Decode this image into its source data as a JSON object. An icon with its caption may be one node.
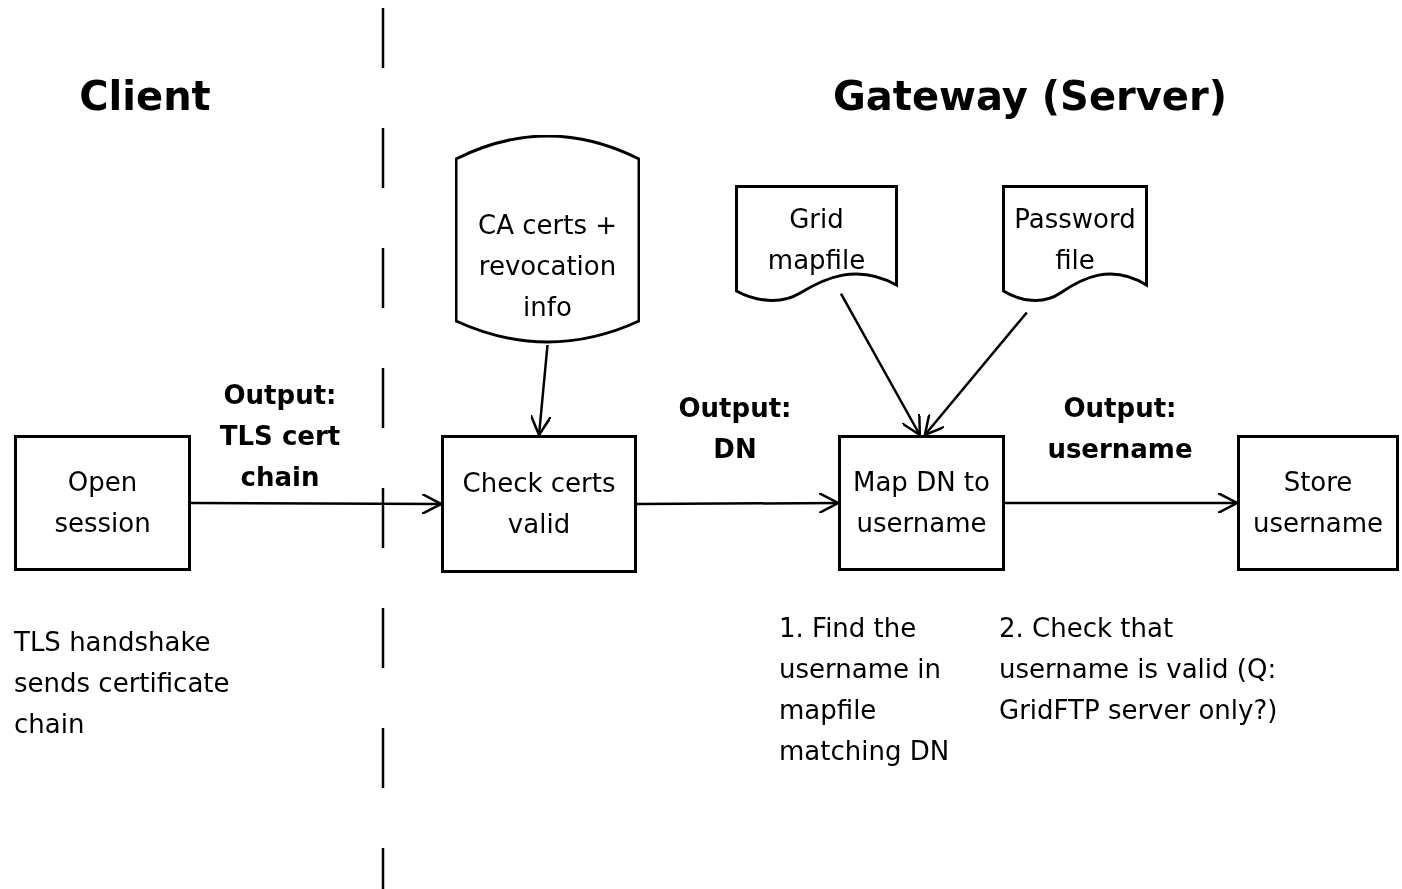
{
  "diagram": {
    "nodes": [
      {
        "text": [
          "Open session"
        ],
        "beside": [
          "TLS handshake sends certificate chain"
        ]
      },
      {
        "text": [
          "CA certs + revocation info"
        ]
      },
      {
        "text": [
          "Check certs valid"
        ]
      },
      {
        "text": [
          "Grid mapfile"
        ]
      },
      {
        "text": [
          "Password file"
        ]
      },
      {
        "text": [
          "Map DN to username"
        ]
      },
      {
        "text": [
          "Store username"
        ]
      }
    ],
    "edges": [
      {
        "from": 0,
        "to": 2,
        "arrow": "to",
        "label": "Output: TLS cert chain"
      },
      {
        "from": 1,
        "to": 2,
        "arrow": "to"
      },
      {
        "from": 2,
        "to": 5,
        "arrow": "to",
        "label": "Output: DN"
      },
      {
        "from": 3,
        "to": 5,
        "arrow": "to"
      },
      {
        "from": 4,
        "to": 5,
        "arrow": "to"
      },
      {
        "from": 5,
        "to": 6,
        "arrow": "to",
        "label": "Output: username"
      }
    ],
    "labels": [
      "Client",
      "Gateway (Server)",
      "1. Find the username in mapfile matching DN",
      "2. Check that username is valid (Q: GridFTP server only?)"
    ]
  }
}
